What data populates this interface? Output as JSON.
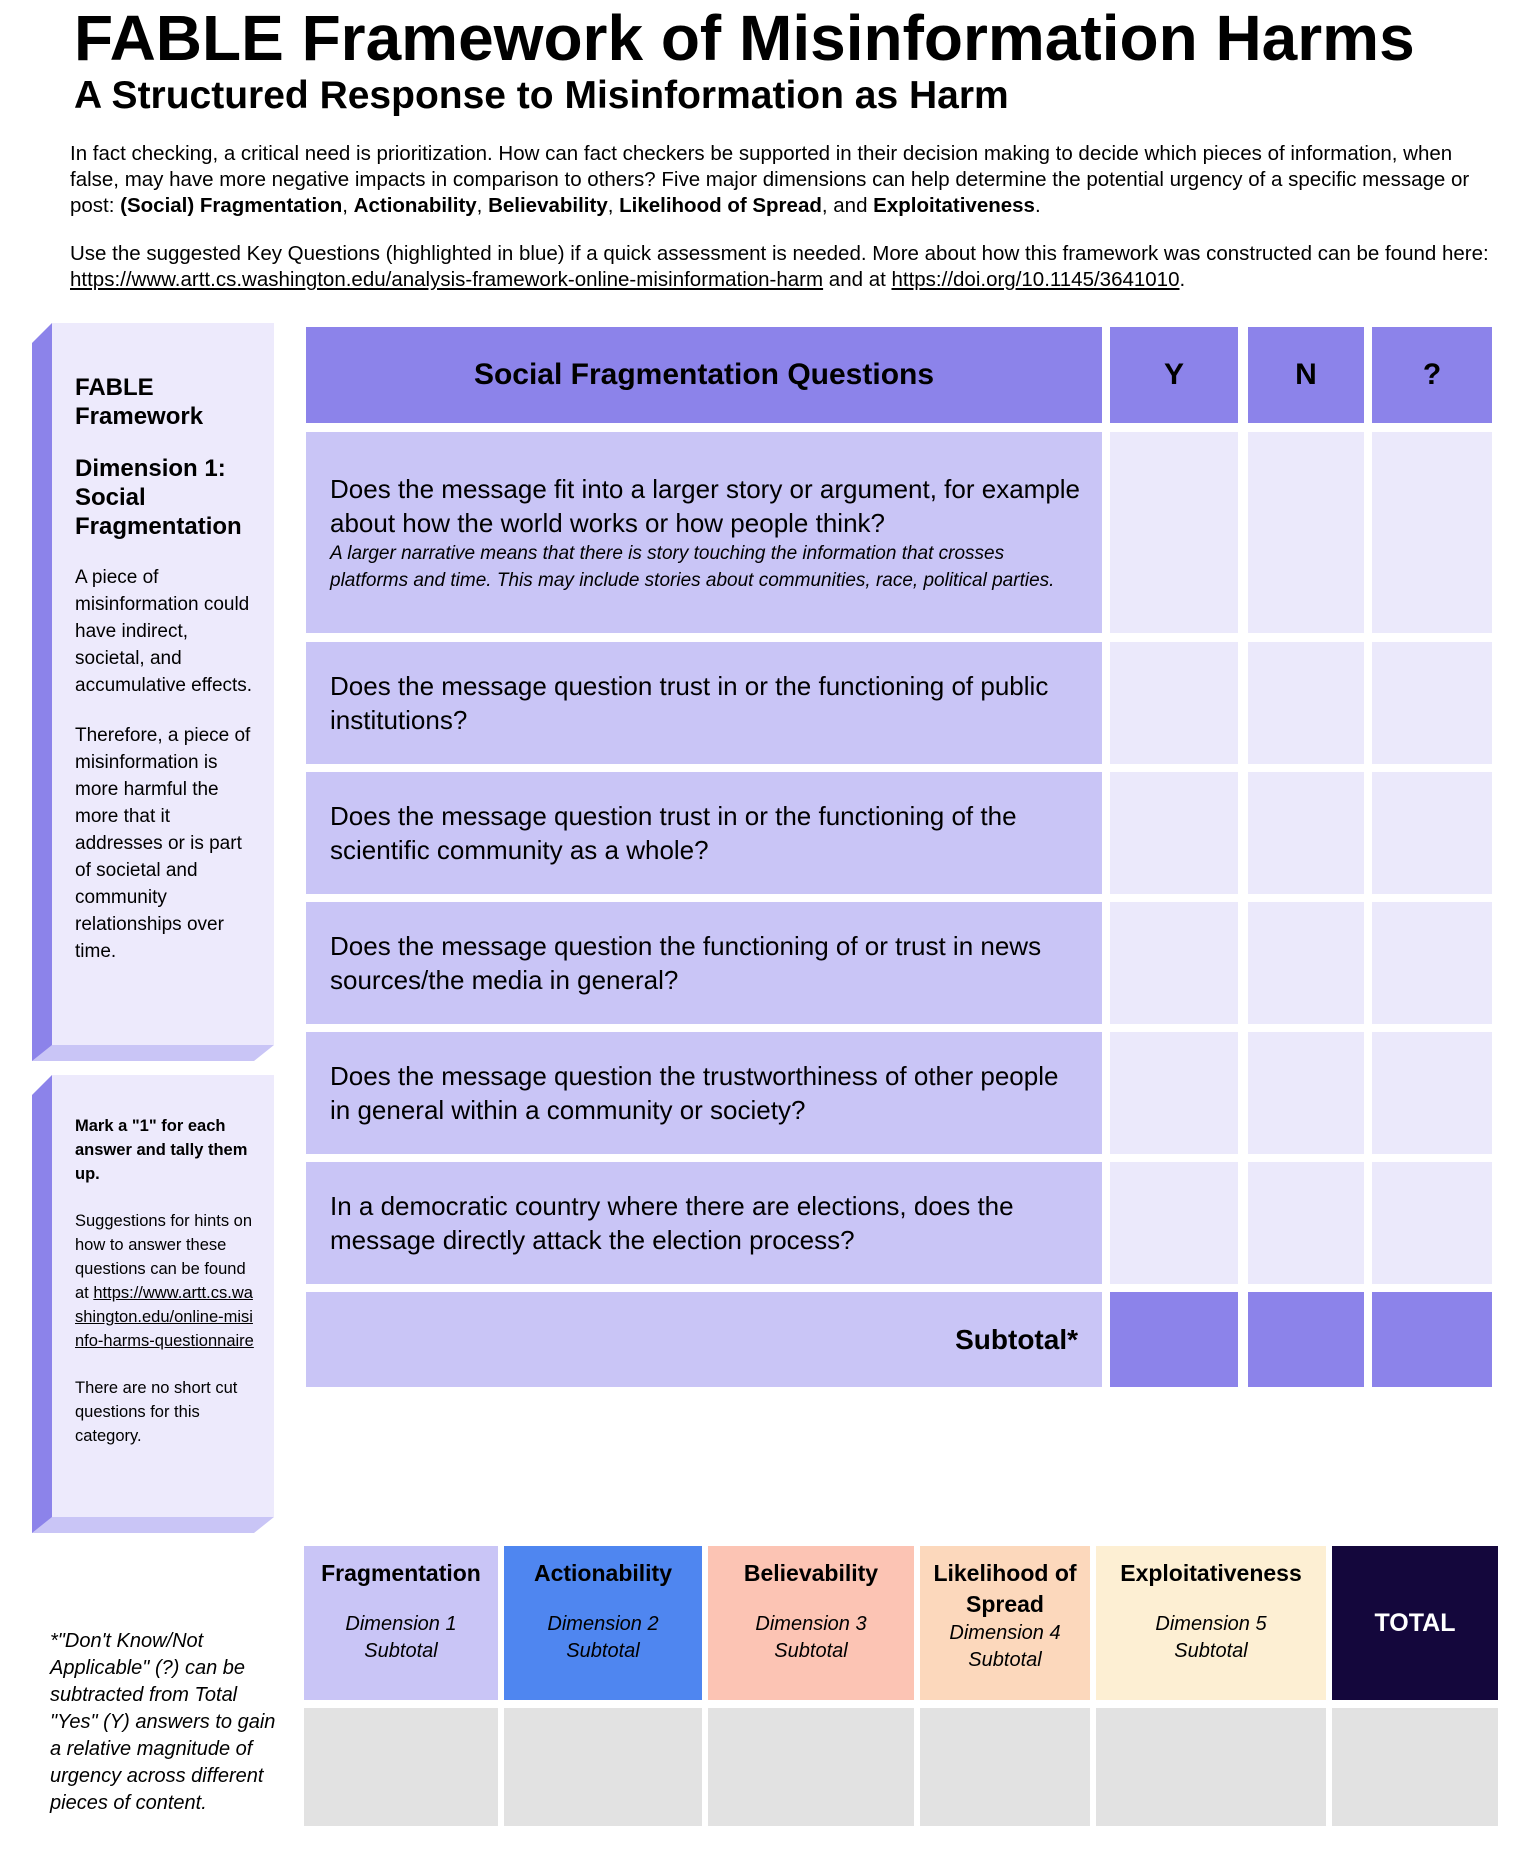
{
  "header": {
    "title": "FABLE Framework of Misinformation Harms",
    "subtitle": "A Structured Response to Misinformation as Harm"
  },
  "intro": {
    "p1_text": "In fact checking, a critical need is prioritization. How can fact checkers be supported in their decision making to decide which pieces of information, when false, may have more negative impacts in comparison to others? Five major dimensions can help determine the potential urgency of a specific message or post: ",
    "dim1": "(Social) Fragmentation",
    "dim2": "Actionability",
    "dim3": "Believability",
    "dim4": "Likelihood of Spread",
    "dim5": "Exploitativeness",
    "sep": ", ",
    "and": ", and ",
    "period": ".",
    "p2_text": "Use the suggested Key Questions (highlighted in blue) if a quick assessment is needed. More about how this framework was constructed can be found here: ",
    "link1": "https://www.artt.cs.washington.edu/analysis-framework-online-misinformation-harm",
    "p2_and": " and at ",
    "link2": "https://doi.org/10.1145/3641010"
  },
  "panel1": {
    "heading": "FABLE Framework",
    "dimension": "Dimension 1: Social Fragmentation",
    "text1": "A piece of misinformation could have indirect, societal, and accumulative effects.",
    "text2": "Therefore, a piece of misinformation is more harmful the more that it addresses or is part of societal and community relationships over time."
  },
  "panel2": {
    "instruction": "Mark a \"1\" for each answer and tally them up.",
    "hint_text": "Suggestions for hints on how to answer these questions can be found at ",
    "hint_link": "https://www.artt.cs.washington.edu/online-misinfo-harms-questionnaire",
    "shortcut_note": "There are no short cut questions for this category."
  },
  "table": {
    "header": "Social Fragmentation Questions",
    "col_yes": "Y",
    "col_no": "N",
    "col_unknown": "?",
    "questions": [
      {
        "text": "Does the message fit into a larger story or argument, for example about how the world works or how people think?",
        "note": "A larger narrative means that there is story touching the information that crosses platforms and time. This may include stories about communities, race, political parties."
      },
      {
        "text": "Does the message question trust in or the functioning of public institutions?"
      },
      {
        "text": "Does the message question trust in or the functioning of the scientific community as a whole?"
      },
      {
        "text": "Does the message question the functioning of or trust in news sources/the media in general?"
      },
      {
        "text": "Does the message question the trustworthiness of other people in general within a community or society?"
      },
      {
        "text": "In a democratic country where there are elections, does the message directly attack the election process?"
      }
    ],
    "subtotal": "Subtotal*"
  },
  "summary": {
    "columns": [
      {
        "name": "Fragmentation",
        "dim": "Dimension 1",
        "label": "Subtotal",
        "color": "#c9c5f6"
      },
      {
        "name": "Actionability",
        "dim": "Dimension 2",
        "label": "Subtotal",
        "color": "#4f86f0"
      },
      {
        "name": "Believability",
        "dim": "Dimension 3",
        "label": "Subtotal",
        "color": "#fcc4b4"
      },
      {
        "name": "Likelihood of Spread",
        "dim": "Dimension 4",
        "label": "Subtotal",
        "color": "#fcd8bc"
      },
      {
        "name": "Exploitativeness",
        "dim": "Dimension 5",
        "label": "Subtotal",
        "color": "#fdefd3"
      }
    ],
    "total": "TOTAL",
    "total_color": "#14073c"
  },
  "footnote": "*\"Don't Know/Not Applicable\" (?) can be subtracted from Total \"Yes\" (Y) answers to gain a relative magnitude of urgency across different pieces of content."
}
